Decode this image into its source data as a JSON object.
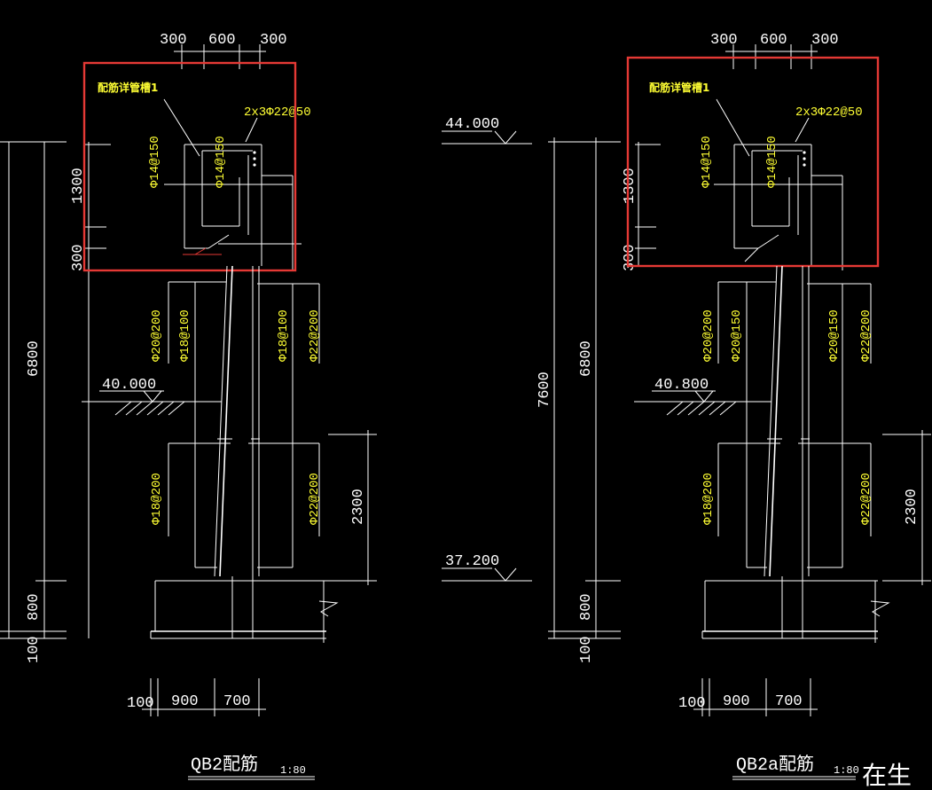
{
  "colors": {
    "background": "#000000",
    "line": "#ffffff",
    "rebar_text": "#ffff33",
    "highlight": "#e53935"
  },
  "left": {
    "top_dims": [
      "300",
      "600",
      "300"
    ],
    "label_detail": "配筋详管槽1",
    "label_top_bars": "2x3Φ22@50",
    "v_phi14_a": "Φ14@150",
    "v_phi14_b": "Φ14@150",
    "dim_1300": "1300",
    "dim_300": "300",
    "dim_6800": "6800",
    "dim_800": "800",
    "dim_100": "100",
    "dim_2300": "2300",
    "level": "40.000",
    "rebar_upper_outer_left": "Φ20@200",
    "rebar_upper_inner_left": "Φ18@100",
    "rebar_upper_inner_right": "Φ18@100",
    "rebar_upper_outer_right": "Φ22@200",
    "rebar_lower_left": "Φ18@200",
    "rebar_lower_right": "Φ22@200",
    "bottom_dims": [
      "100",
      "900",
      "700"
    ],
    "title": "QB2配筋",
    "scale": "1:80"
  },
  "right": {
    "top_dims": [
      "300",
      "600",
      "300"
    ],
    "label_detail": "配筋详管槽1",
    "label_top_bars": "2x3Φ22@50",
    "v_phi14_a": "Φ14@150",
    "v_phi14_b": "Φ14@150",
    "dim_1300": "1300",
    "dim_300": "300",
    "dim_6800": "6800",
    "dim_7600": "7600",
    "dim_800": "800",
    "dim_100": "100",
    "dim_2300": "2300",
    "level_top": "44.000",
    "level_mid": "40.800",
    "level_bottom": "37.200",
    "rebar_upper_outer_left": "Φ20@200",
    "rebar_upper_inner_left": "Φ20@150",
    "rebar_upper_inner_right": "Φ20@150",
    "rebar_upper_outer_right": "Φ22@200",
    "rebar_lower_left": "Φ18@200",
    "rebar_lower_right": "Φ22@200",
    "bottom_dims": [
      "100",
      "900",
      "700"
    ],
    "title": "QB2a配筋",
    "scale": "1:80"
  },
  "corner_text": "在生"
}
